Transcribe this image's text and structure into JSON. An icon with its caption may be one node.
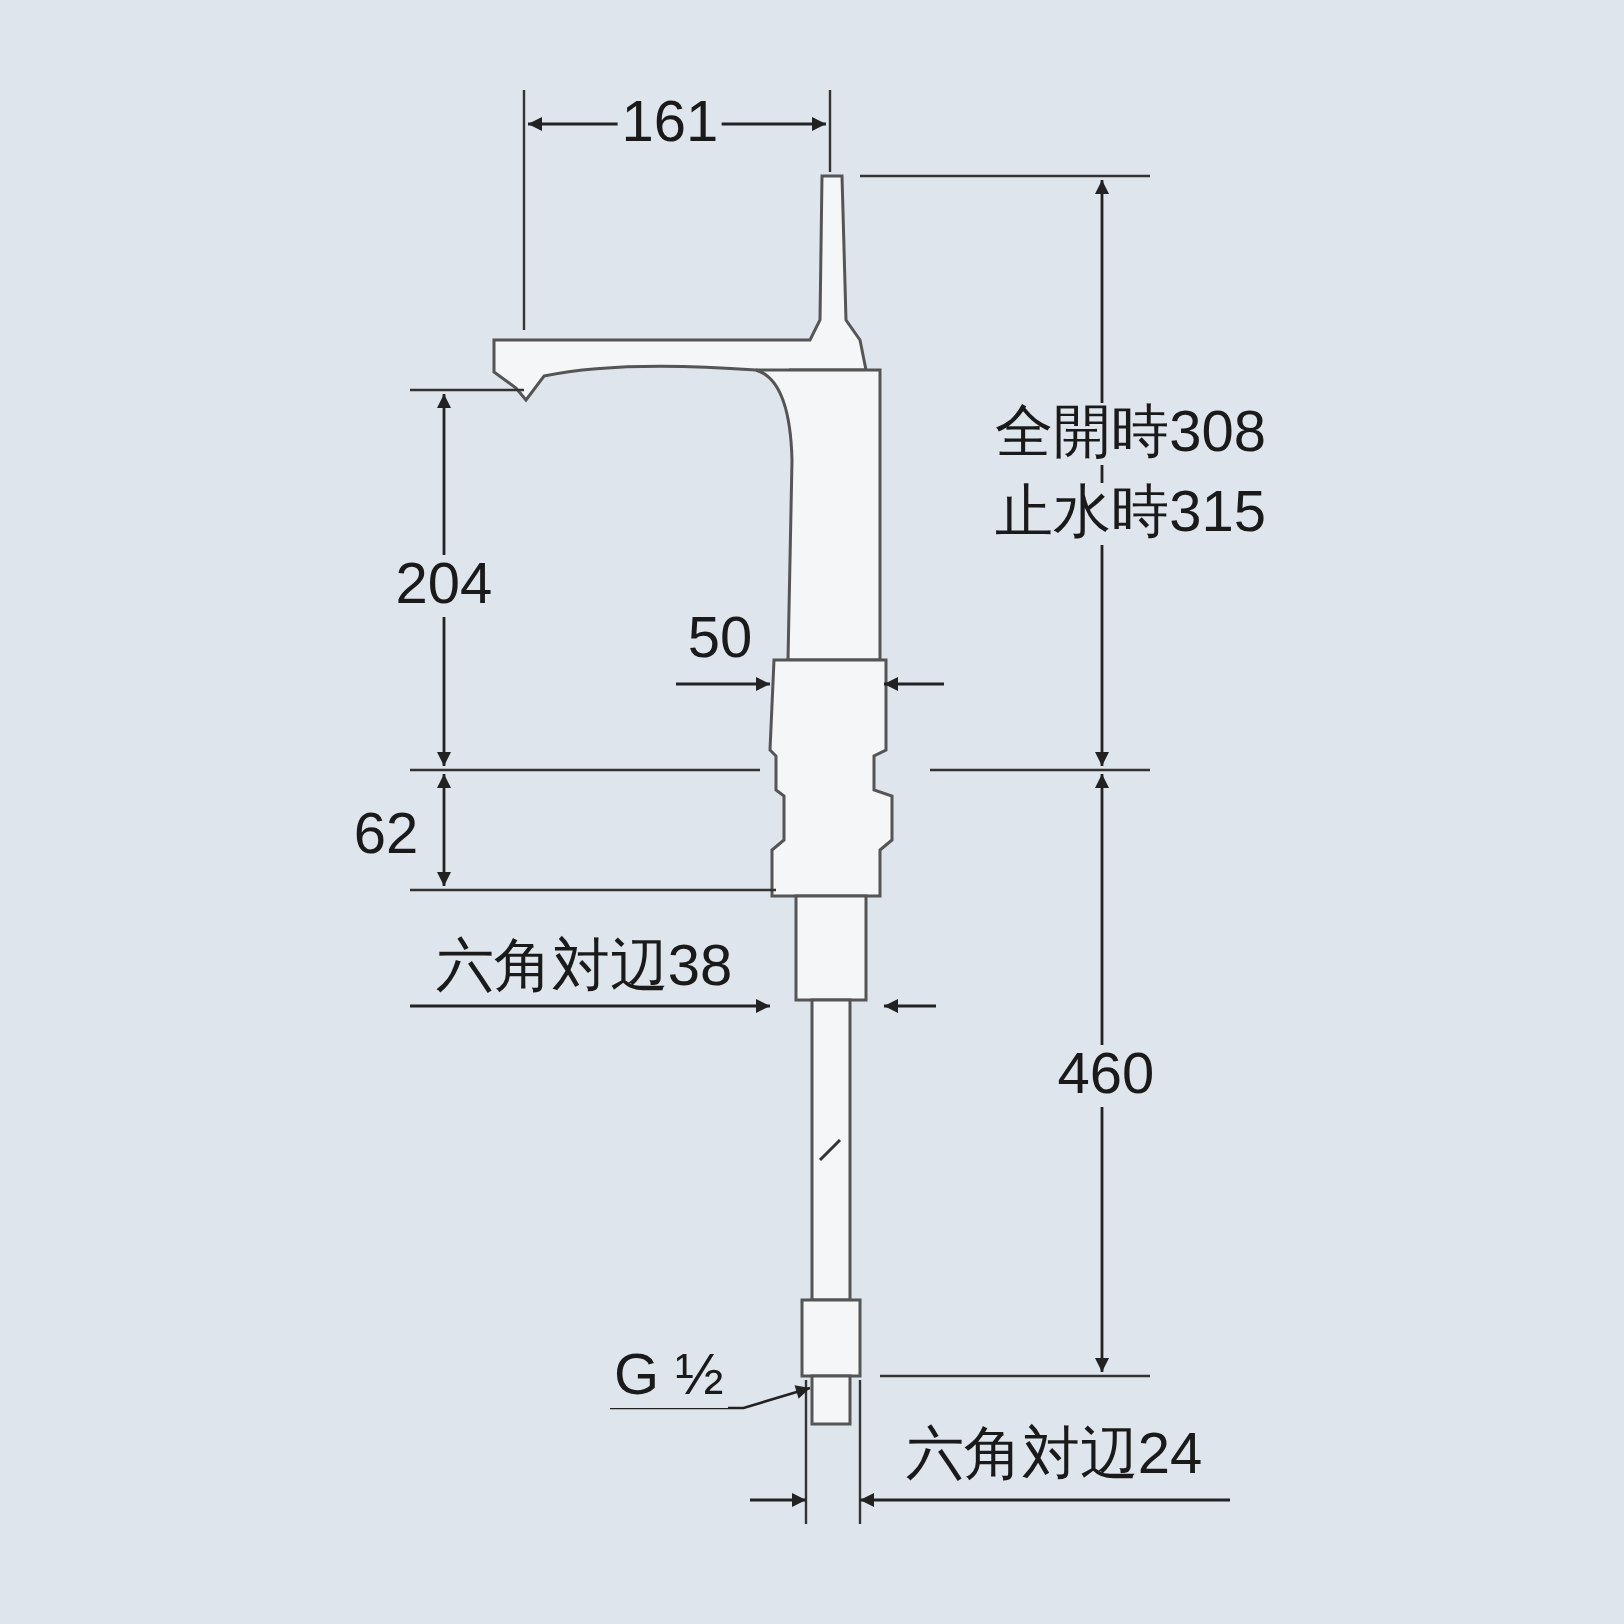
{
  "diagram": {
    "nodes": [
      {
        "text": [
          "G ½"
        ]
      },
      {
        "text": [],
        "shape": "box"
      }
    ],
    "edges": [
      {
        "from": 0,
        "to": 1,
        "arrow": "to"
      }
    ],
    "labels": [
      "161",
      "全開時308",
      "止水時315",
      "204",
      "50",
      "62",
      "六角対辺38",
      "460",
      "六角対辺24"
    ]
  }
}
